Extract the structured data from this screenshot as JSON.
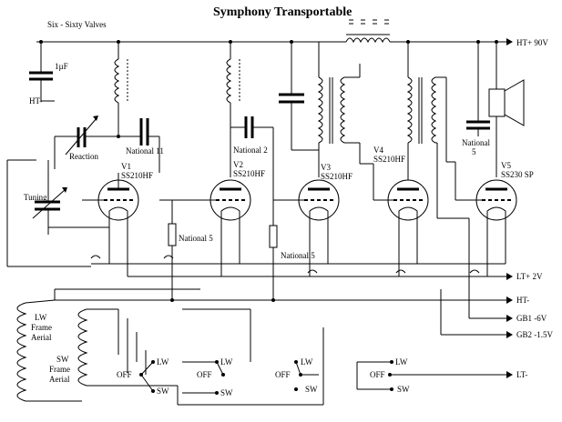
{
  "title": "Symphony Transportable",
  "subtitle": "Six - Sixty Valves",
  "supply": {
    "ht_plus": "HT+ 90V",
    "lt_plus": "LT+ 2V",
    "ht_minus": "HT-",
    "gb1": "GB1 -6V",
    "gb2": "GB2 -1.5V",
    "lt_minus": "LT-"
  },
  "components": {
    "cap_1uf": "1µF",
    "ht_left": "HT-",
    "reaction": "Reaction",
    "tuning": "Tuning",
    "national11": "National 11",
    "national2": "National 2",
    "national5_a": "National 5",
    "national5_b": "National 5",
    "national1_line1": "National",
    "national1_line2": "5",
    "lw_frame_1": "LW",
    "lw_frame_2": "Frame",
    "lw_frame_3": "Aerial",
    "sw_frame_1": "SW",
    "sw_frame_2": "Frame",
    "sw_frame_3": "Aerial"
  },
  "valves": [
    {
      "id": "V1",
      "type": "SS210HF"
    },
    {
      "id": "V2",
      "type": "SS210HF"
    },
    {
      "id": "V3",
      "type": "SS210HF"
    },
    {
      "id": "V4",
      "type": "SS210HF"
    },
    {
      "id": "V5",
      "type": "SS230 SP"
    }
  ],
  "switches": [
    {
      "lw": "LW",
      "off": "OFF",
      "sw": "SW"
    },
    {
      "lw": "LW",
      "off": "OFF",
      "sw": "SW"
    },
    {
      "lw": "LW",
      "off": "OFF",
      "sw": "SW"
    },
    {
      "lw": "LW",
      "off": "OFF",
      "sw": "SW"
    }
  ]
}
